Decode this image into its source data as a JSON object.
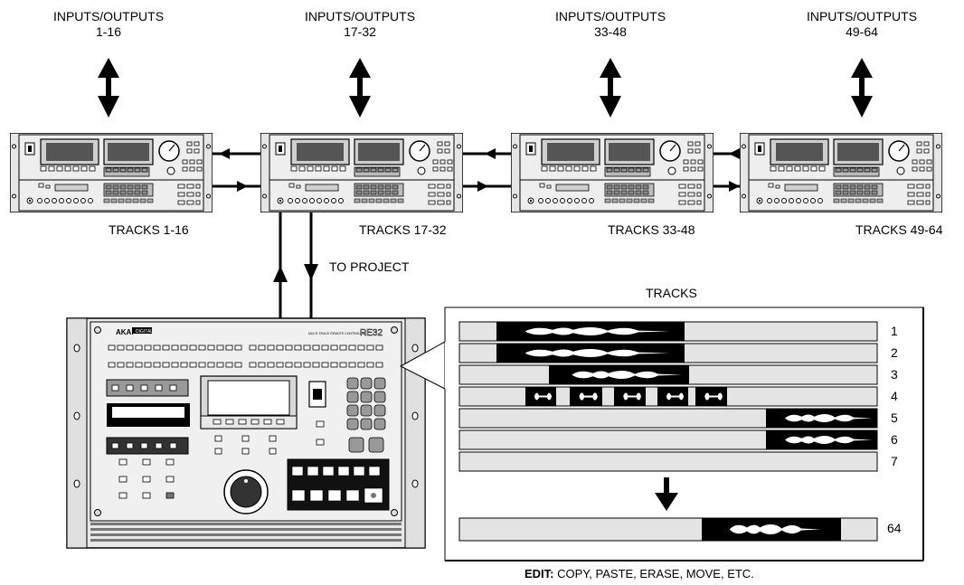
{
  "io_groups": [
    {
      "title": "INPUTS/OUTPUTS",
      "range": "1-16"
    },
    {
      "title": "INPUTS/OUTPUTS",
      "range": "17-32"
    },
    {
      "title": "INPUTS/OUTPUTS",
      "range": "33-48"
    },
    {
      "title": "INPUTS/OUTPUTS",
      "range": "49-64"
    }
  ],
  "recorders": [
    {
      "tracks_label": "TRACKS 1-16"
    },
    {
      "tracks_label": "TRACKS 17-32"
    },
    {
      "tracks_label": "TRACKS 33-48"
    },
    {
      "tracks_label": "TRACKS 49-64"
    }
  ],
  "to_project_label": "TO PROJECT",
  "controller": {
    "brand": "AKAI",
    "brand_tag": "DIGITAL",
    "model": "RE32",
    "subtitle": "MULTI-TRACK REMOTE CONTROLLER"
  },
  "tracks_panel": {
    "title": "TRACKS",
    "track_numbers": [
      "1",
      "2",
      "3",
      "4",
      "5",
      "6",
      "7"
    ],
    "last_track_number": "64",
    "edit_label": "EDIT:",
    "edit_text": "COPY, PASTE, ERASE, MOVE, ETC."
  }
}
